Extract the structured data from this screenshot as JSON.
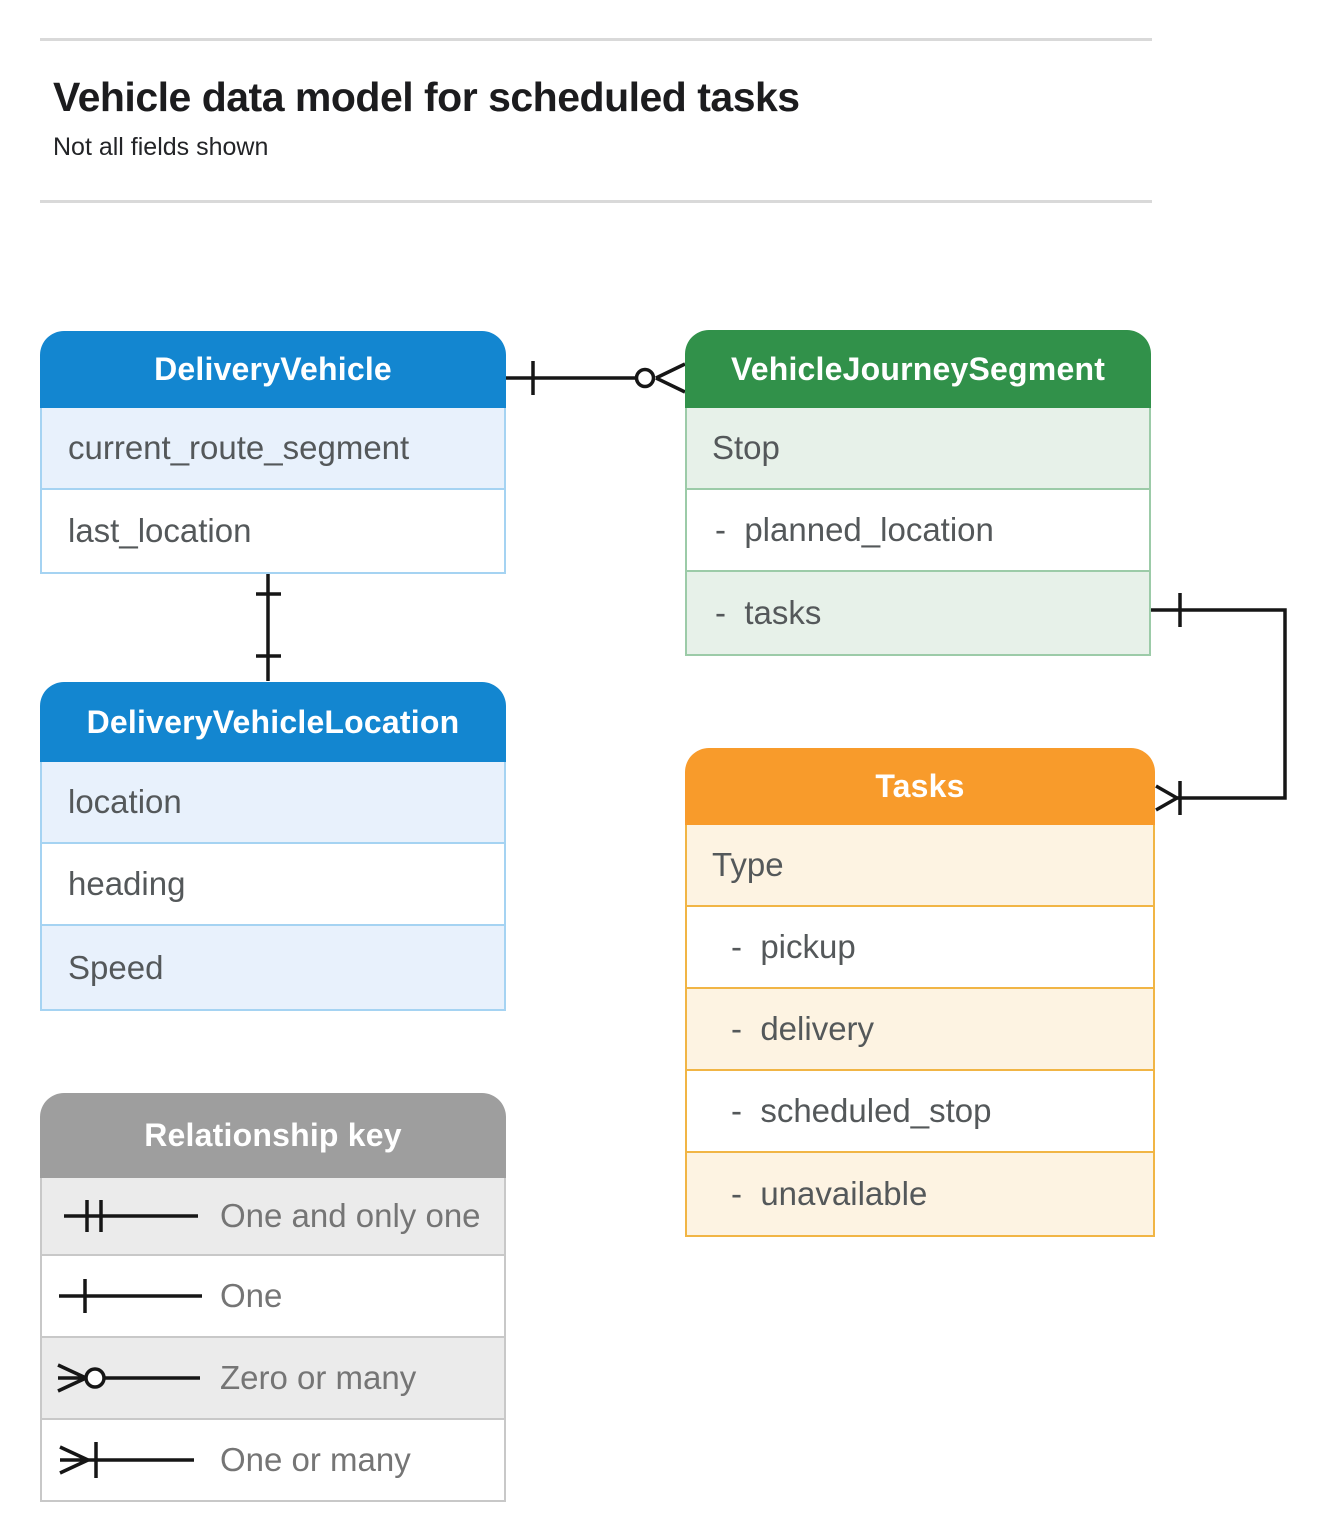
{
  "page": {
    "title": "Vehicle data model for scheduled tasks",
    "subtitle": "Not all fields shown"
  },
  "entities": {
    "delivery_vehicle": {
      "title": "DeliveryVehicle",
      "fields": [
        "current_route_segment",
        "last_location"
      ]
    },
    "vehicle_journey_segment": {
      "title": "VehicleJourneySegment",
      "fields": [
        "Stop",
        "-  planned_location",
        "-  tasks"
      ]
    },
    "delivery_vehicle_location": {
      "title": "DeliveryVehicleLocation",
      "fields": [
        "location",
        "heading",
        "Speed"
      ]
    },
    "tasks": {
      "title": "Tasks",
      "fields": [
        "Type",
        "-  pickup",
        "-  delivery",
        "-  scheduled_stop",
        "-  unavailable"
      ]
    }
  },
  "legend": {
    "title": "Relationship key",
    "items": [
      {
        "symbol": "one-and-only-one",
        "label": "One and only one"
      },
      {
        "symbol": "one",
        "label": "One"
      },
      {
        "symbol": "zero-or-many",
        "label": "Zero or many"
      },
      {
        "symbol": "one-or-many",
        "label": "One or many"
      }
    ]
  },
  "relationships": [
    {
      "from": "DeliveryVehicle",
      "to": "VehicleJourneySegment",
      "from_cardinality": "one",
      "to_cardinality": "zero-or-many"
    },
    {
      "from": "DeliveryVehicle",
      "to": "DeliveryVehicleLocation",
      "from_cardinality": "one",
      "to_cardinality": "one"
    },
    {
      "from": "VehicleJourneySegment.tasks",
      "to": "Tasks",
      "from_cardinality": "one",
      "to_cardinality": "one-or-many"
    }
  ],
  "colors": {
    "blue-header": "#1386D0",
    "blue-row": "#E8F1FC",
    "blue-border": "#A5D3F2",
    "green-header": "#31914A",
    "green-row": "#E7F1E9",
    "green-border": "#9CCBA8",
    "orange-header": "#F89B2B",
    "orange-row": "#FDF3E2",
    "orange-border": "#F1B545",
    "gray-header": "#9E9E9E",
    "gray-row": "#EBEBEB",
    "gray-border": "#C8C8C8",
    "text": "#54585A",
    "legend-text": "#757575",
    "line": "#161616",
    "rule": "#D9D9D9"
  }
}
